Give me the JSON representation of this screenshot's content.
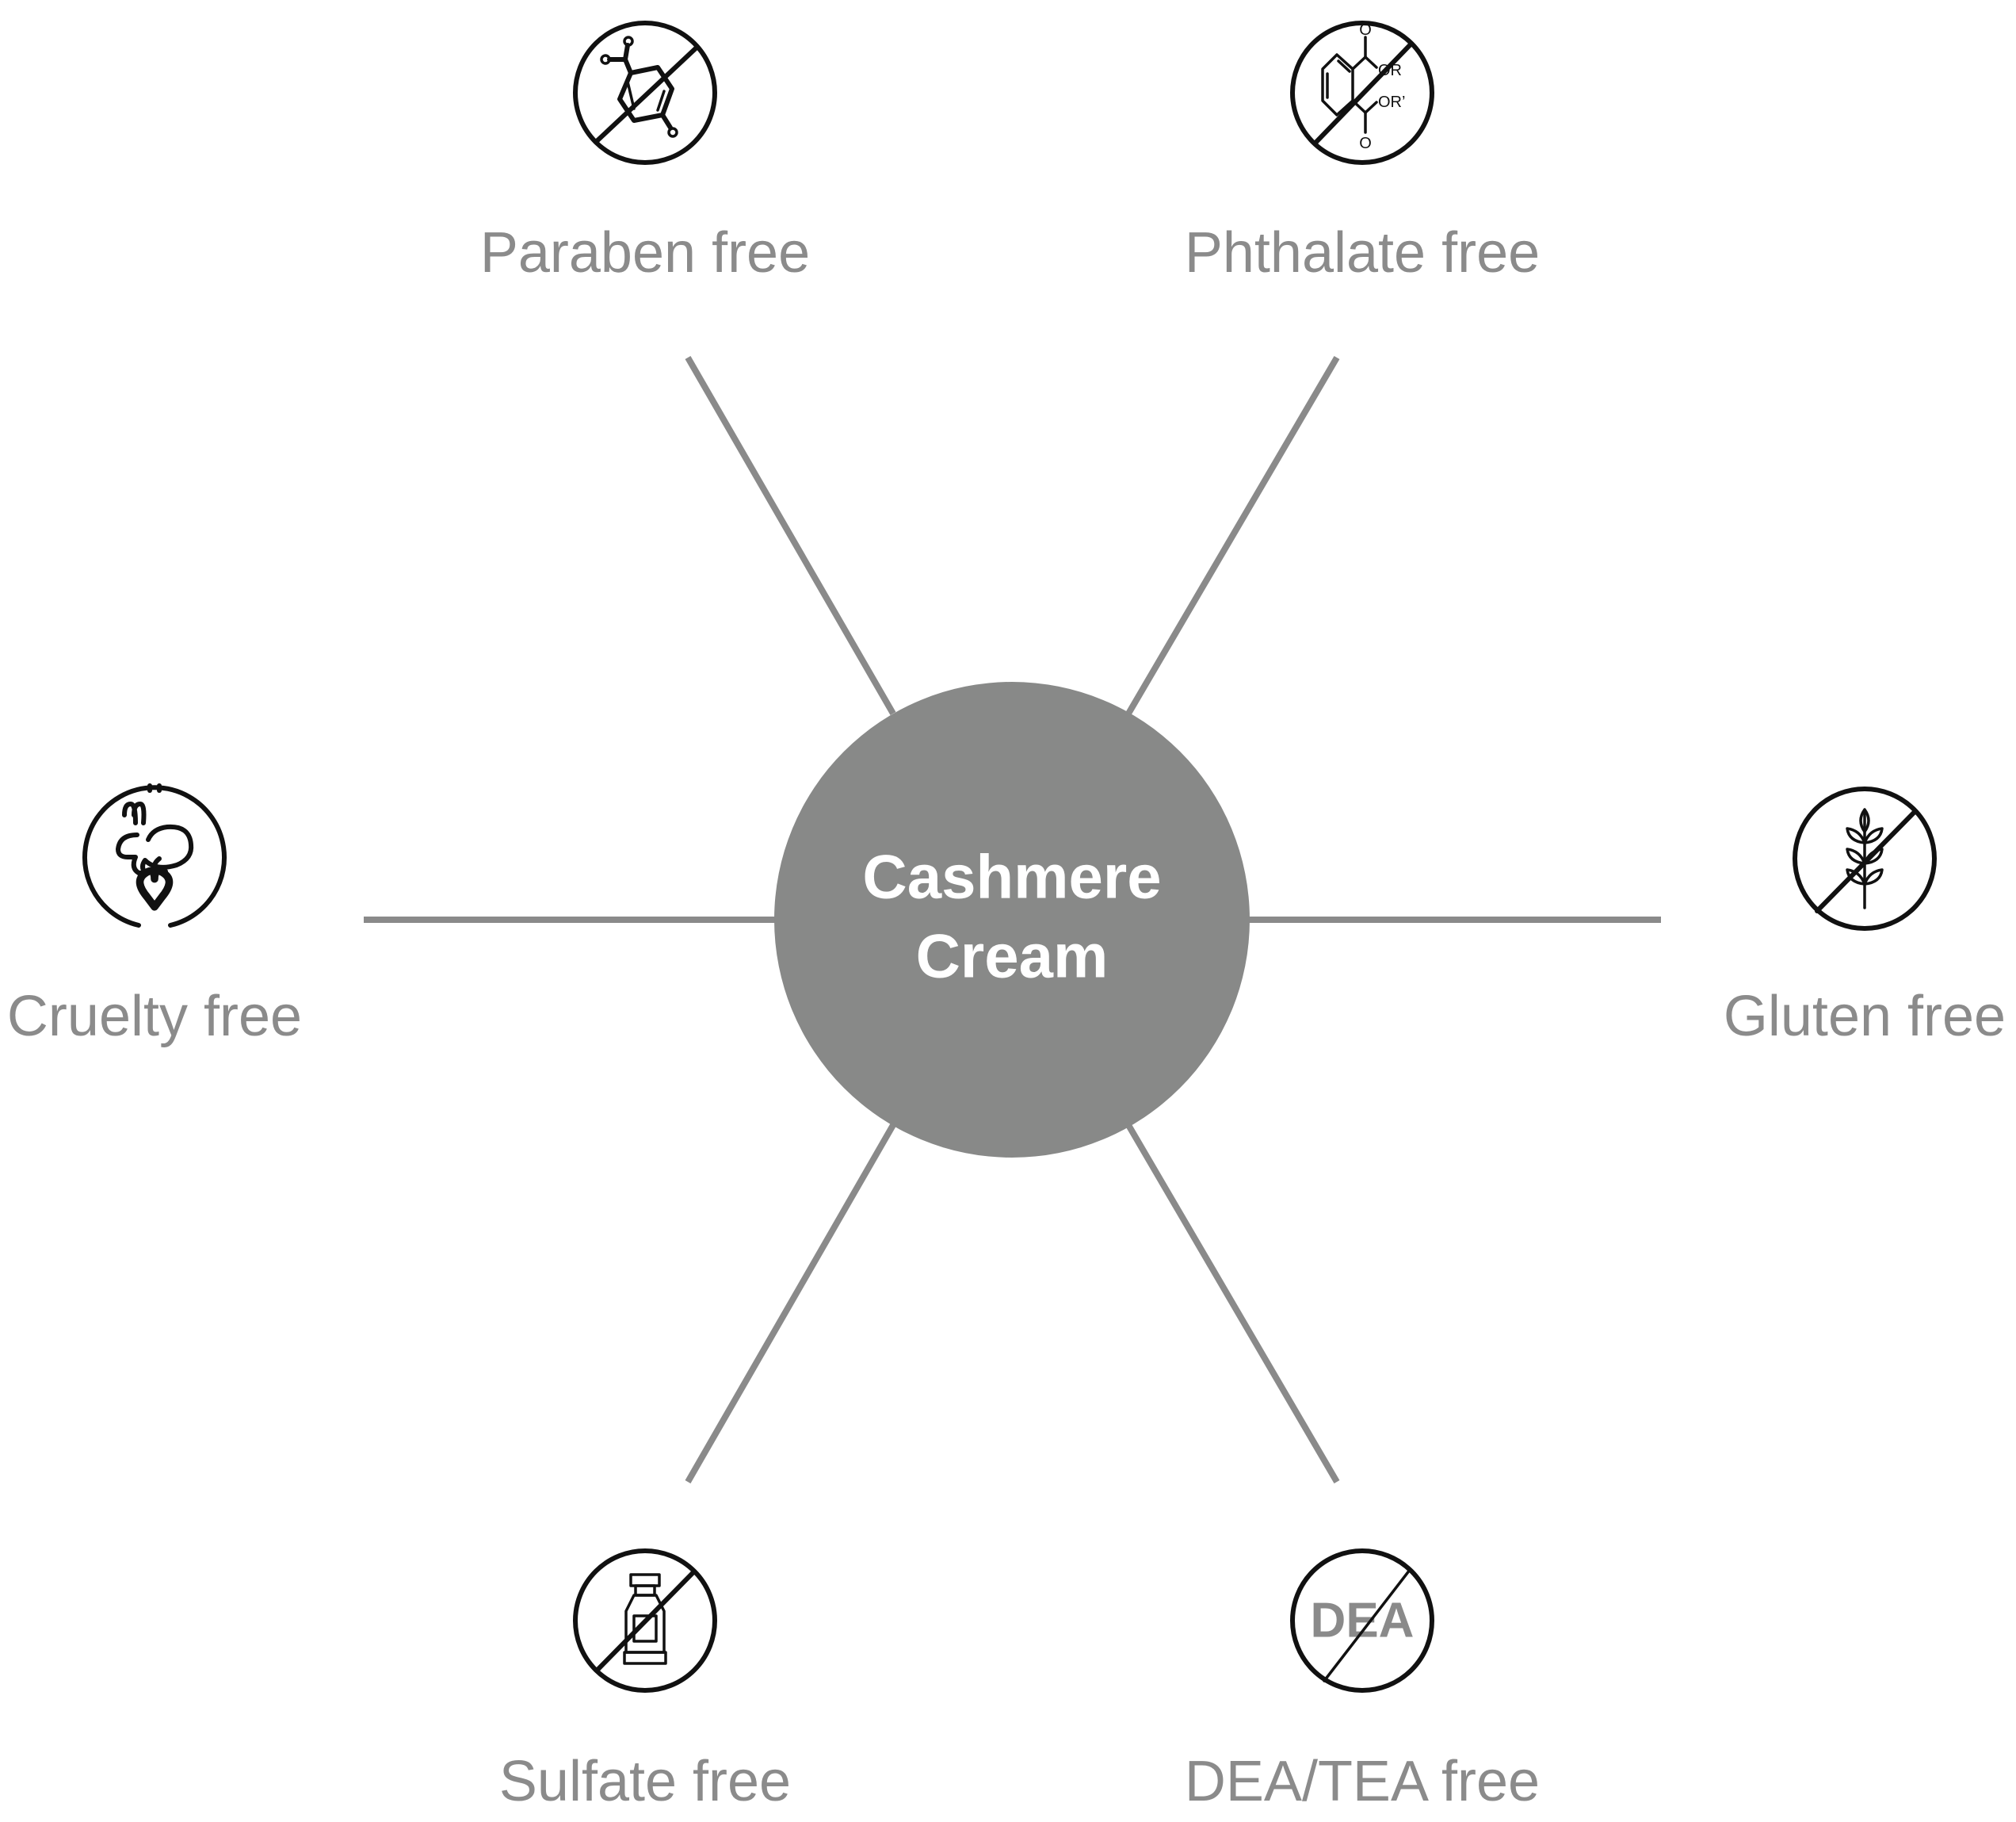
{
  "center": {
    "line1": "Cashmere",
    "line2": "Cream",
    "color": "#888988"
  },
  "spoke_color": "#8a8a8a",
  "features": [
    {
      "label": "Paraben free",
      "icon": "no-paraben-icon"
    },
    {
      "label": "Phthalate free",
      "icon": "no-phthalate-icon",
      "icon_text": [
        "O",
        "OR",
        "OR’",
        "O"
      ]
    },
    {
      "label": "Cruelty free",
      "icon": "bunny-heart-icon"
    },
    {
      "label": "Gluten free",
      "icon": "no-wheat-icon"
    },
    {
      "label": "Sulfate free",
      "icon": "no-tube-icon"
    },
    {
      "label": "DEA/TEA free",
      "icon": "no-dea-icon",
      "icon_text": "DEA"
    }
  ]
}
